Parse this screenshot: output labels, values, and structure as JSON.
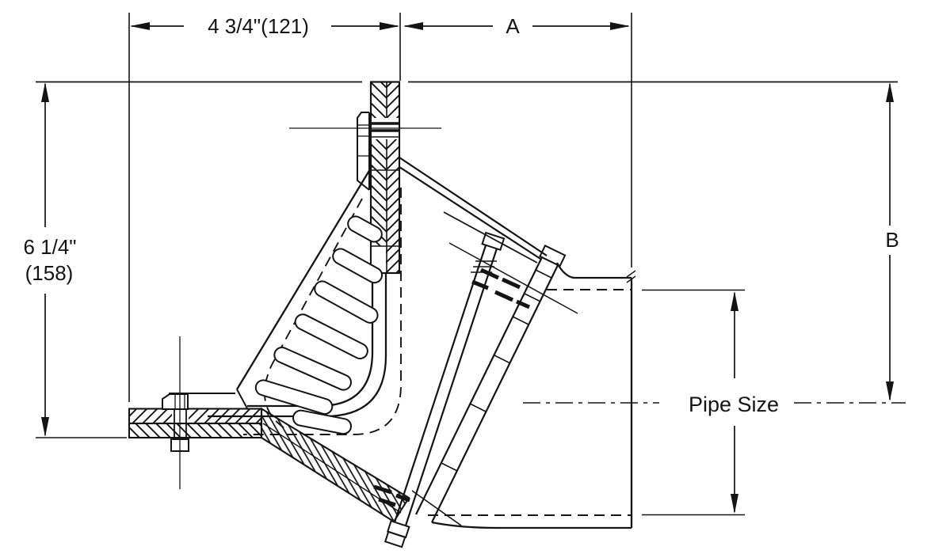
{
  "page": {
    "background": "#ffffff"
  },
  "drawing": {
    "line_color": "#141414"
  },
  "dimensions": {
    "top_left": {
      "label": "4 3/4\"(121)"
    },
    "top_right": {
      "label": "A"
    },
    "left_height": {
      "label_inches": "6 1/4\"",
      "label_mm": "(158)"
    },
    "right_height": {
      "label": "B"
    },
    "pipe": {
      "label": "Pipe Size"
    }
  }
}
